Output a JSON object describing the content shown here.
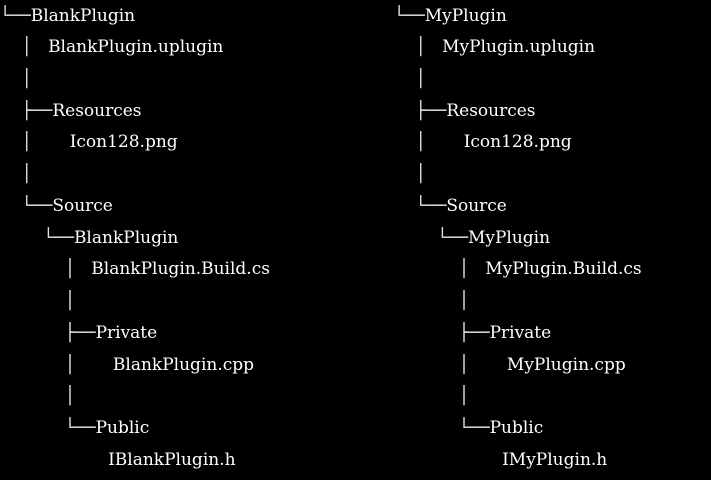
{
  "trees": [
    {
      "id": "left",
      "lines": [
        {
          "prefix": "└──",
          "name": "BlankPlugin"
        },
        {
          "prefix": "    │   ",
          "name": "BlankPlugin.uplugin"
        },
        {
          "prefix": "    │",
          "name": ""
        },
        {
          "prefix": "    ├──",
          "name": "Resources"
        },
        {
          "prefix": "    │       ",
          "name": "Icon128.png"
        },
        {
          "prefix": "    │",
          "name": ""
        },
        {
          "prefix": "    └──",
          "name": "Source"
        },
        {
          "prefix": "        └──",
          "name": "BlankPlugin"
        },
        {
          "prefix": "            │   ",
          "name": "BlankPlugin.Build.cs"
        },
        {
          "prefix": "            │",
          "name": ""
        },
        {
          "prefix": "            ├──",
          "name": "Private"
        },
        {
          "prefix": "            │       ",
          "name": "BlankPlugin.cpp"
        },
        {
          "prefix": "            │",
          "name": ""
        },
        {
          "prefix": "            └──",
          "name": "Public"
        },
        {
          "prefix": "                    ",
          "name": "IBlankPlugin.h"
        }
      ]
    },
    {
      "id": "right",
      "lines": [
        {
          "prefix": "└──",
          "name": "MyPlugin"
        },
        {
          "prefix": "    │   ",
          "name": "MyPlugin.uplugin"
        },
        {
          "prefix": "    │",
          "name": ""
        },
        {
          "prefix": "    ├──",
          "name": "Resources"
        },
        {
          "prefix": "    │       ",
          "name": "Icon128.png"
        },
        {
          "prefix": "    │",
          "name": ""
        },
        {
          "prefix": "    └──",
          "name": "Source"
        },
        {
          "prefix": "        └──",
          "name": "MyPlugin"
        },
        {
          "prefix": "            │   ",
          "name": "MyPlugin.Build.cs"
        },
        {
          "prefix": "            │",
          "name": ""
        },
        {
          "prefix": "            ├──",
          "name": "Private"
        },
        {
          "prefix": "            │       ",
          "name": "MyPlugin.cpp"
        },
        {
          "prefix": "            │",
          "name": ""
        },
        {
          "prefix": "            └──",
          "name": "Public"
        },
        {
          "prefix": "                    ",
          "name": "IMyPlugin.h"
        }
      ]
    }
  ]
}
